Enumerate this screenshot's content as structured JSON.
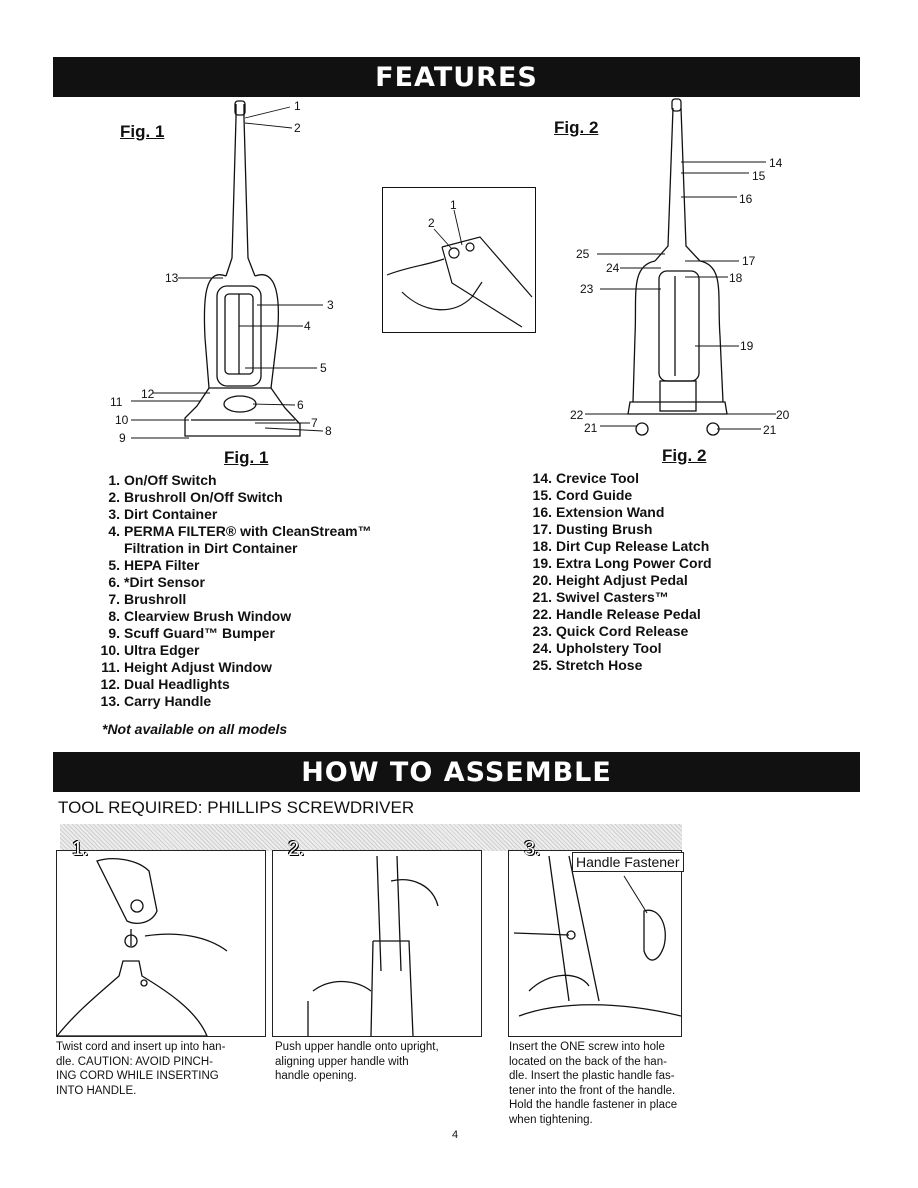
{
  "features": {
    "title": "FEATURES",
    "fig1_label": "Fig. 1",
    "fig2_label": "Fig. 2",
    "parts_left": [
      {
        "num": "1.",
        "name": "On/Off Switch"
      },
      {
        "num": "2.",
        "name": "Brushroll On/Off Switch"
      },
      {
        "num": "3.",
        "name": "Dirt Container"
      },
      {
        "num": "4.",
        "name": "PERMA FILTER® with CleanStream™"
      },
      {
        "num": "",
        "name": "Filtration in Dirt Container"
      },
      {
        "num": "5.",
        "name": "HEPA Filter"
      },
      {
        "num": "6.",
        "name": "*Dirt Sensor"
      },
      {
        "num": "7.",
        "name": "Brushroll"
      },
      {
        "num": "8.",
        "name": "Clearview Brush Window"
      },
      {
        "num": "9.",
        "name": "Scuff Guard™ Bumper"
      },
      {
        "num": "10.",
        "name": "Ultra Edger"
      },
      {
        "num": "11.",
        "name": "Height Adjust Window"
      },
      {
        "num": "12.",
        "name": "Dual Headlights"
      },
      {
        "num": "13.",
        "name": "Carry Handle"
      }
    ],
    "parts_right": [
      {
        "num": "14.",
        "name": "Crevice Tool"
      },
      {
        "num": "15.",
        "name": "Cord Guide"
      },
      {
        "num": "16.",
        "name": "Extension Wand"
      },
      {
        "num": "17.",
        "name": "Dusting Brush"
      },
      {
        "num": "18.",
        "name": "Dirt Cup Release Latch"
      },
      {
        "num": "19.",
        "name": "Extra Long Power Cord"
      },
      {
        "num": "20.",
        "name": "Height Adjust Pedal"
      },
      {
        "num": "21.",
        "name": "Swivel Casters™"
      },
      {
        "num": "22.",
        "name": "Handle Release Pedal"
      },
      {
        "num": "23.",
        "name": "Quick Cord Release"
      },
      {
        "num": "24.",
        "name": "Upholstery Tool"
      },
      {
        "num": "25.",
        "name": "Stretch Hose"
      }
    ],
    "note": "*Not available on all models"
  },
  "assemble": {
    "title": "HOW TO ASSEMBLE",
    "tool_required": "TOOL REQUIRED: PHILLIPS SCREWDRIVER",
    "handle_fastener_label": "Handle Fastener",
    "steps": [
      {
        "num": "1.",
        "caption_lines": [
          "Twist cord and insert up into han-",
          "dle. CAUTION: AVOID PINCH-",
          "ING CORD WHILE INSERTING",
          "INTO HANDLE."
        ]
      },
      {
        "num": "2.",
        "caption_lines": [
          "Push upper handle onto upright,",
          "aligning upper handle with",
          "handle opening."
        ]
      },
      {
        "num": "3.",
        "caption_lines": [
          "Insert the ONE screw into hole",
          "located on the back of the han-",
          "dle. Insert the plastic handle fas-",
          "tener into the front of the handle.",
          "Hold the handle fastener in place",
          "when tightening."
        ]
      }
    ]
  },
  "page_number": "4"
}
